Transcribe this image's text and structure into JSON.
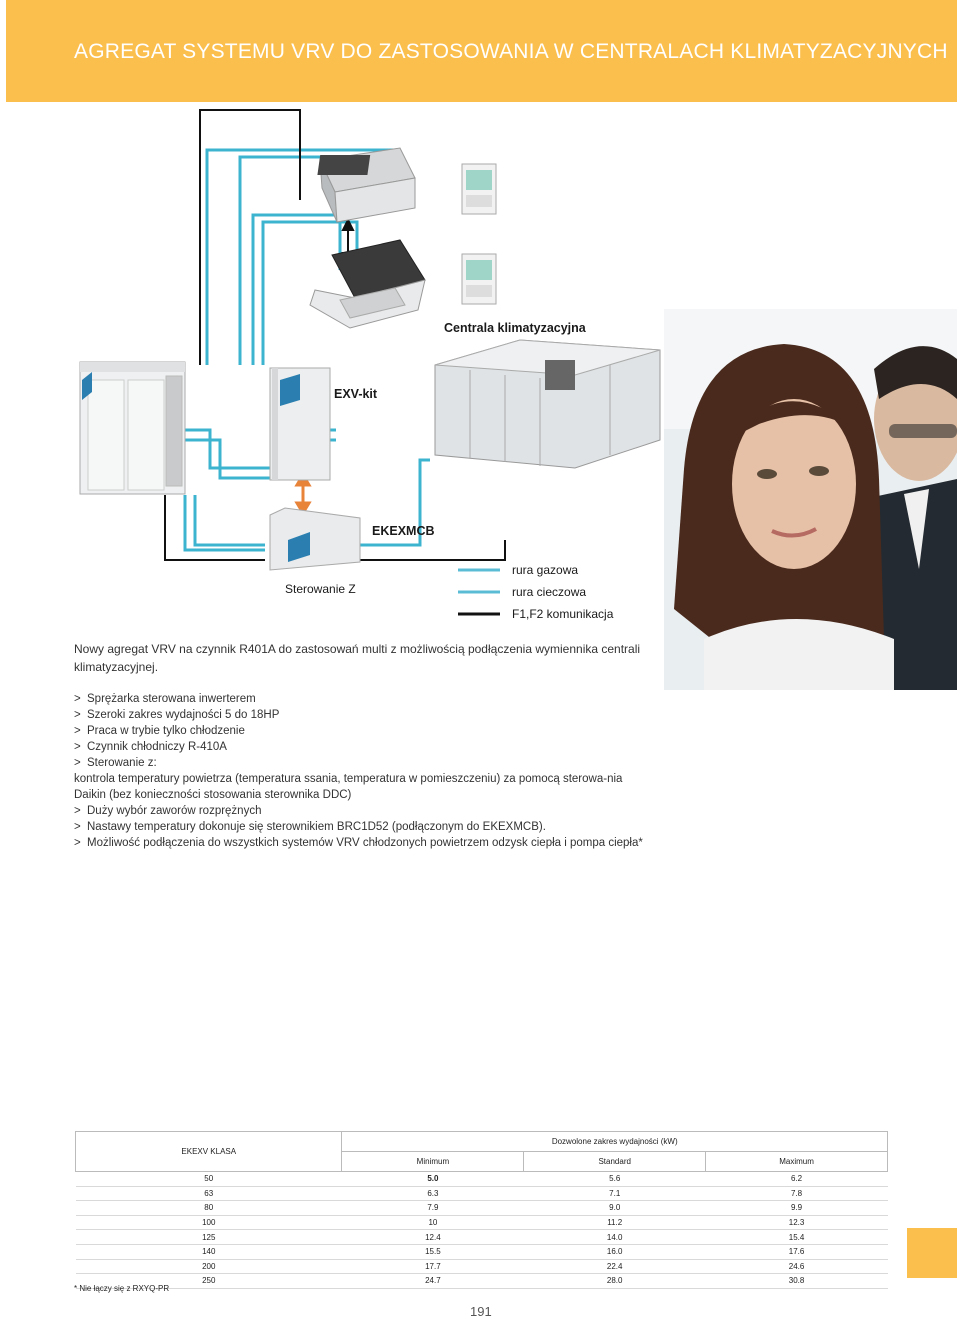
{
  "header": {
    "title": "AGREGAT SYSTEMU VRV DO ZASTOSOWANIA W CENTRALACH KLIMATYZACYJNYCH"
  },
  "diagram": {
    "ahu_label": "Centrala klimatyzacyjna",
    "exv_label": "EXV-kit",
    "ekexmcb_label": "EKEXMCB",
    "control_label": "Sterowanie Z",
    "legend": [
      {
        "label": "rura gazowa",
        "color": "#5bbcd6"
      },
      {
        "label": "rura cieczowa",
        "color": "#5bbcd6"
      },
      {
        "label": "F1,F2 komunikacja",
        "color": "#111111"
      }
    ],
    "pipe_color": "#3cb3cf",
    "arrow_color": "#e8833a"
  },
  "intro": "Nowy agregat VRV na czynnik R401A do zastosowań multi z możliwością podłączenia wymiennika centrali klimatyzacyjnej.",
  "features": [
    {
      "marker": ">",
      "text": "Sprężarka sterowana inwerterem"
    },
    {
      "marker": ">",
      "text": "Szeroki zakres wydajności 5 do 18HP"
    },
    {
      "marker": ">",
      "text": "Praca w trybie tylko chłodzenie"
    },
    {
      "marker": ">",
      "text": "Czynnik chłodniczy R-410A"
    },
    {
      "marker": ">",
      "text": "Sterowanie z:"
    },
    {
      "marker": "",
      "text": "kontrola temperatury powietrza (temperatura ssania, temperatura w pomieszczeniu) za pomocą sterowa-nia Daikin (bez konieczności stosowania sterownika DDC)"
    },
    {
      "marker": ">",
      "text": "Duży wybór zaworów rozprężnych"
    },
    {
      "marker": ">",
      "text": "Nastawy temperatury dokonuje się sterownikiem BRC1D52 (podłączonym do EKEXMCB)."
    },
    {
      "marker": ">",
      "text": "Możliwość podłączenia do wszystkich systemów VRV chłodzonych powietrzem odzysk ciepła i pompa ciepła*"
    }
  ],
  "table": {
    "class_header": "EKEXV KLASA",
    "range_header": "Dozwolone zakres wydajności (kW)",
    "columns": [
      "Minimum",
      "Standard",
      "Maximum"
    ],
    "rows": [
      [
        "50",
        "5.0",
        "5.6",
        "6.2"
      ],
      [
        "63",
        "6.3",
        "7.1",
        "7.8"
      ],
      [
        "80",
        "7.9",
        "9.0",
        "9.9"
      ],
      [
        "100",
        "10",
        "11.2",
        "12.3"
      ],
      [
        "125",
        "12.4",
        "14.0",
        "15.4"
      ],
      [
        "140",
        "15.5",
        "16.0",
        "17.6"
      ],
      [
        "200",
        "17.7",
        "22.4",
        "24.6"
      ],
      [
        "250",
        "24.7",
        "28.0",
        "30.8"
      ]
    ]
  },
  "footnote": "* Nie łączy się z RXYQ-PR",
  "page_number": "191",
  "colors": {
    "accent": "#fbbf4e"
  }
}
